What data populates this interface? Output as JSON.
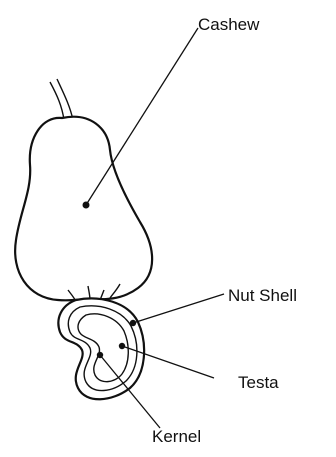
{
  "labels": {
    "cashew": "Cashew",
    "nut_shell": "Nut Shell",
    "testa": "Testa",
    "kernel": "Kernel"
  }
}
